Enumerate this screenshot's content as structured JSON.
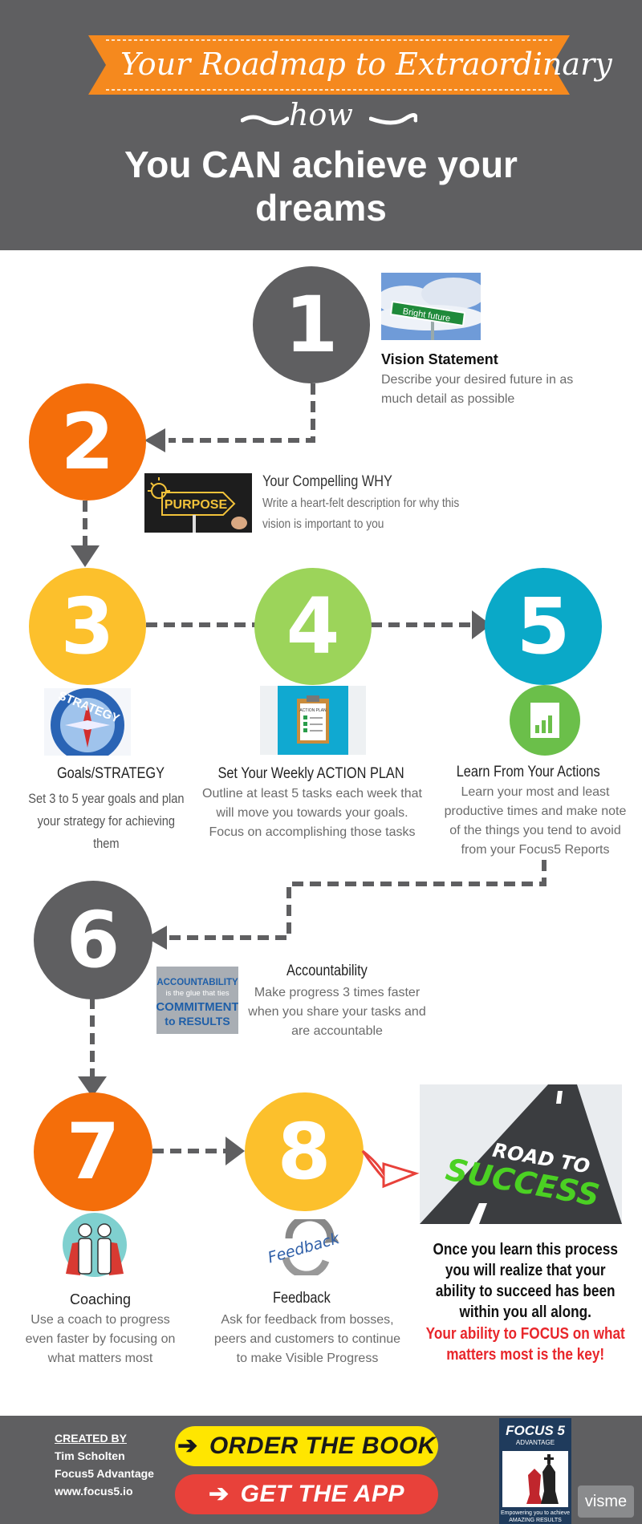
{
  "header": {
    "banner_title": "Your Roadmap to Extraordinary",
    "how": "how",
    "headline": "You CAN achieve your dreams"
  },
  "steps": {
    "s1": {
      "number": "1",
      "title": "Vision Statement",
      "desc": "Describe your desired future in as much detail as possible",
      "image_sign": "Bright future"
    },
    "s2": {
      "number": "2",
      "title": "Your Compelling WHY",
      "desc": "Write a heart-felt description for why this vision is important to you",
      "image_sign": "PURPOSE"
    },
    "s3": {
      "number": "3",
      "title": "Goals/STRATEGY",
      "desc": "Set 3 to 5 year goals and plan your strategy for achieving them",
      "image_text": "STRATEGY"
    },
    "s4": {
      "number": "4",
      "title": "Set Your Weekly ACTION PLAN",
      "desc": "Outline at least 5 tasks each week that will move you towards your goals. Focus on accomplishing those tasks",
      "image_text": "ACTION PLAN"
    },
    "s5": {
      "number": "5",
      "title": "Learn From Your Actions",
      "desc": "Learn your most and least productive times and make note of the things you tend to avoid from your Focus5 Reports"
    },
    "s6": {
      "number": "6",
      "title": "Accountability",
      "desc": "Make progress 3 times faster when you share your tasks and are accountable",
      "image_line1": "ACCOUNTABILITY",
      "image_line2": "is the glue that ties",
      "image_line3": "COMMITMENT",
      "image_line4": "to RESULTS"
    },
    "s7": {
      "number": "7",
      "title": "Coaching",
      "desc": "Use a coach to progress even faster by focusing on what matters most"
    },
    "s8": {
      "number": "8",
      "title": "Feedback",
      "desc": "Ask for feedback from bosses, peers and customers to continue to make Visible Progress",
      "image_text": "Feedback"
    }
  },
  "road": {
    "line1": "ROAD TO",
    "line2": "SUCCESS"
  },
  "closing": {
    "black_text": "Once you learn this process you will realize that your ability to succeed has been within you all along.",
    "red_text": "Your ability to FOCUS on what matters most is the key!"
  },
  "footer": {
    "created_by_label": "CREATED BY",
    "author": "Tim Scholten",
    "company": "Focus5 Advantage",
    "website": "www.focus5.io",
    "order_button": "ORDER THE BOOK",
    "app_button": "GET THE APP",
    "book_title": "FOCUS 5",
    "book_subtitle": "ADVANTAGE",
    "book_tagline": "Empowering you to achieve AMAZING RESULTS",
    "visme": "visme"
  },
  "colors": {
    "grey": "#5f5f61",
    "orange": "#f46e0a",
    "yellow": "#fcc02c",
    "green": "#9cd45a",
    "blue": "#0aa9c8",
    "red_text": "#e8262b"
  }
}
